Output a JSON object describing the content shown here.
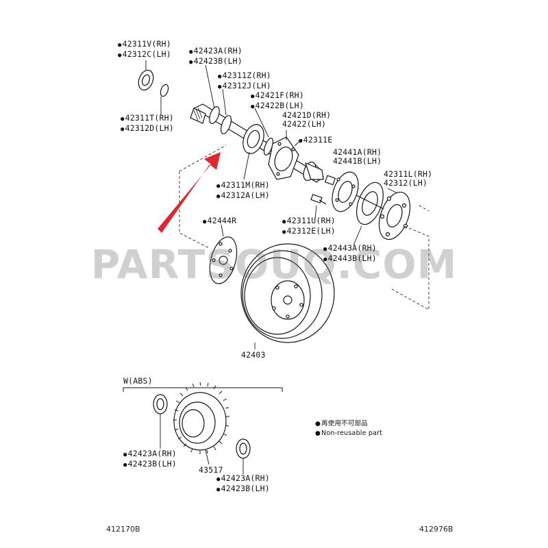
{
  "watermark": "PARTSOUQ.COM",
  "labels": {
    "l_42311v": [
      "42311V(RH)",
      "42312C(LH)"
    ],
    "l_42423a_top": [
      "42423A(RH)",
      "42423B(LH)"
    ],
    "l_42311z": [
      "42311Z(RH)",
      "42312J(LH)"
    ],
    "l_42421f": [
      "42421F(RH)",
      "42422B(LH)"
    ],
    "l_42421d": [
      "42421D(RH)",
      "42422(LH)"
    ],
    "l_42311t": [
      "42311T(RH)",
      "42312D(LH)"
    ],
    "l_42311e": [
      "42311E"
    ],
    "l_42441a": [
      "42441A(RH)",
      "42441B(LH)"
    ],
    "l_42311l": [
      "42311L(RH)",
      "42312(LH)"
    ],
    "l_42311m": [
      "42311M(RH)",
      "42312A(LH)"
    ],
    "l_42444r": [
      "42444R"
    ],
    "l_42311u": [
      "42311U(RH)",
      "42312E(LH)"
    ],
    "l_42443a": [
      "42443A(RH)",
      "42443B(LH)"
    ],
    "l_42403": [
      "42403"
    ],
    "l_abs_hdr": [
      "W(ABS)"
    ],
    "l_42423a_abs1": [
      "42423A(RH)",
      "42423B(LH)"
    ],
    "l_43517": [
      "43517"
    ],
    "l_42423a_abs2": [
      "42423A(RH)",
      "42423B(LH)"
    ]
  },
  "legend": {
    "line1": "再使用不可部品",
    "line2": "Non-reusable part"
  },
  "codes": {
    "left": "412170B",
    "right": "412976B"
  },
  "accent_color": "#e0262f"
}
